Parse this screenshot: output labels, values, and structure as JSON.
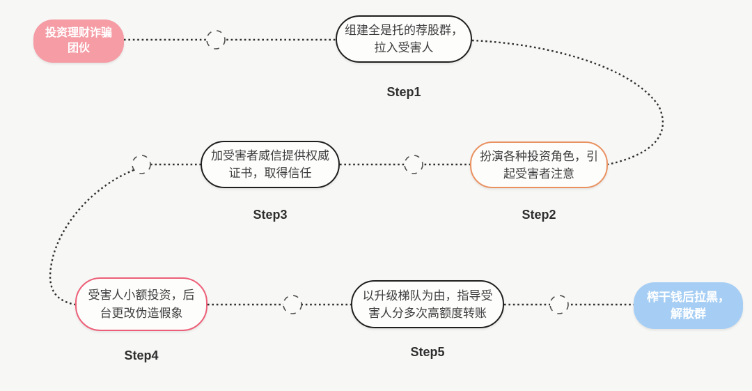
{
  "diagram": {
    "title_hint": "investment-scam-process-flow",
    "start": {
      "label": "投资理财诈骗\n团伙",
      "fill_color": "#F59CA5",
      "text_color": "#ffffff"
    },
    "end": {
      "label": "榨干钱后拉黑，\n解散群",
      "fill_color": "#A6CEF4",
      "text_color": "#ffffff"
    },
    "steps": [
      {
        "step": "Step1",
        "text": "组建全是托的荐股群，\n拉入受害人",
        "border_color": "#1f1f1f"
      },
      {
        "step": "Step2",
        "text": "扮演各种投资角色，引\n起受害者注意",
        "border_color": "#EA9160"
      },
      {
        "step": "Step3",
        "text": "加受害者威信提供权威\n证书，取得信任",
        "border_color": "#1f1f1f"
      },
      {
        "step": "Step4",
        "text": "受害人小额投资，后\n台更改伪造假象",
        "border_color": "#ED5F78"
      },
      {
        "step": "Step5",
        "text": "以升级梯队为由，指导受\n害人分多次高额度转账",
        "border_color": "#1f1f1f"
      }
    ],
    "colors": {
      "background": "#f7f7f5",
      "edge": "#2e2e2e",
      "node_fill": "#fdfdfc",
      "node_text": "#3d3d3d",
      "step_label_text": "#2e2e2e"
    }
  }
}
